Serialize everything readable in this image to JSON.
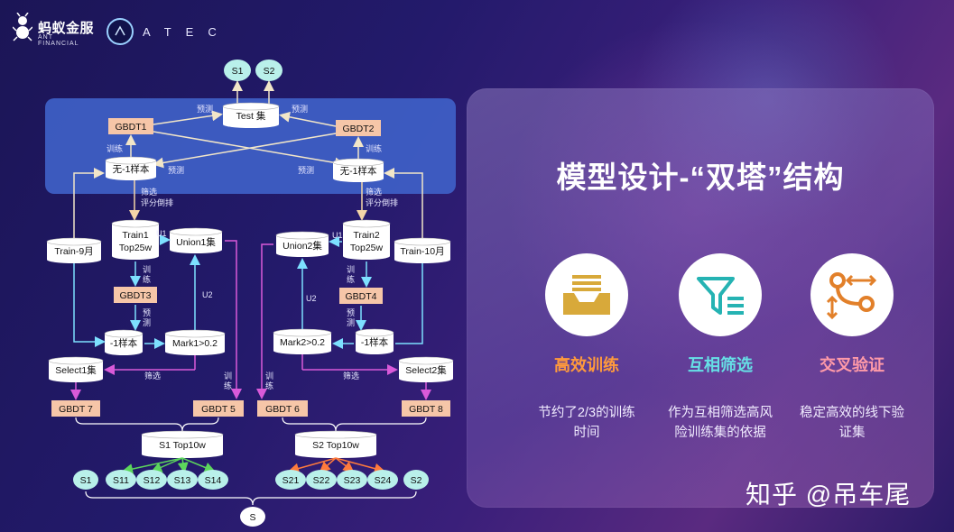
{
  "logos": {
    "ant_cn": "蚂蚁金服",
    "ant_en": "ANT FINANCIAL",
    "atec": "ATEC"
  },
  "diagram": {
    "top_outputs": [
      "S1",
      "S2"
    ],
    "test_set": "Test 集",
    "gbdt1": "GBDT1",
    "gbdt2": "GBDT2",
    "no_neg_left": "无-1样本",
    "no_neg_right": "无-1样本",
    "label_predict": "预测",
    "label_train": "训练",
    "label_filter_sort": [
      "筛选",
      "评分倒排"
    ],
    "train9": "Train-9月",
    "train10": "Train-10月",
    "train1_top": [
      "Train1",
      "Top25w"
    ],
    "train2_top": [
      "Train2",
      "Top25w"
    ],
    "union1": "Union1集",
    "union2": "Union2集",
    "u1": "U1",
    "u2": "U2",
    "gbdt3": "GBDT3",
    "gbdt4": "GBDT4",
    "train_vertical": [
      "训",
      "练"
    ],
    "predict_vertical": [
      "预",
      "测"
    ],
    "neg1_left": "-1样本",
    "neg1_right": "-1样本",
    "mark1": "Mark1>0.2",
    "mark2": "Mark2>0.2",
    "select1": "Select1集",
    "select2": "Select2集",
    "label_filter": "筛选",
    "gbdt5": "GBDT 5",
    "gbdt6": "GBDT 6",
    "gbdt7": "GBDT 7",
    "gbdt8": "GBDT 8",
    "s1_top": "S1 Top10w",
    "s2_top": "S2 Top10w",
    "bottom_left": [
      "S1",
      "S11",
      "S12",
      "S13",
      "S14"
    ],
    "bottom_right": [
      "S21",
      "S22",
      "S23",
      "S24",
      "S2"
    ],
    "final": "S"
  },
  "card": {
    "title": "模型设计-“双塔”结构",
    "features": [
      {
        "icon": "inbox-tray-icon",
        "title": "高效训练",
        "desc": [
          "节约了2/3的训练",
          "时间"
        ]
      },
      {
        "icon": "filter-list-icon",
        "title": "互相筛选",
        "desc": [
          "作为互相筛选高风",
          "险训练集的依据"
        ]
      },
      {
        "icon": "cross-arrows-icon",
        "title": "交叉验证",
        "desc": [
          "稳定高效的线下验",
          "证集"
        ]
      }
    ]
  },
  "watermark": "知乎 @吊车尾",
  "colors": {
    "gold": "#d8a93a",
    "teal": "#25b3b3",
    "orange": "#e2802a",
    "peach": "#f6c6a8",
    "mint": "#b9f0ea",
    "blue_band": "#3f62c9"
  }
}
